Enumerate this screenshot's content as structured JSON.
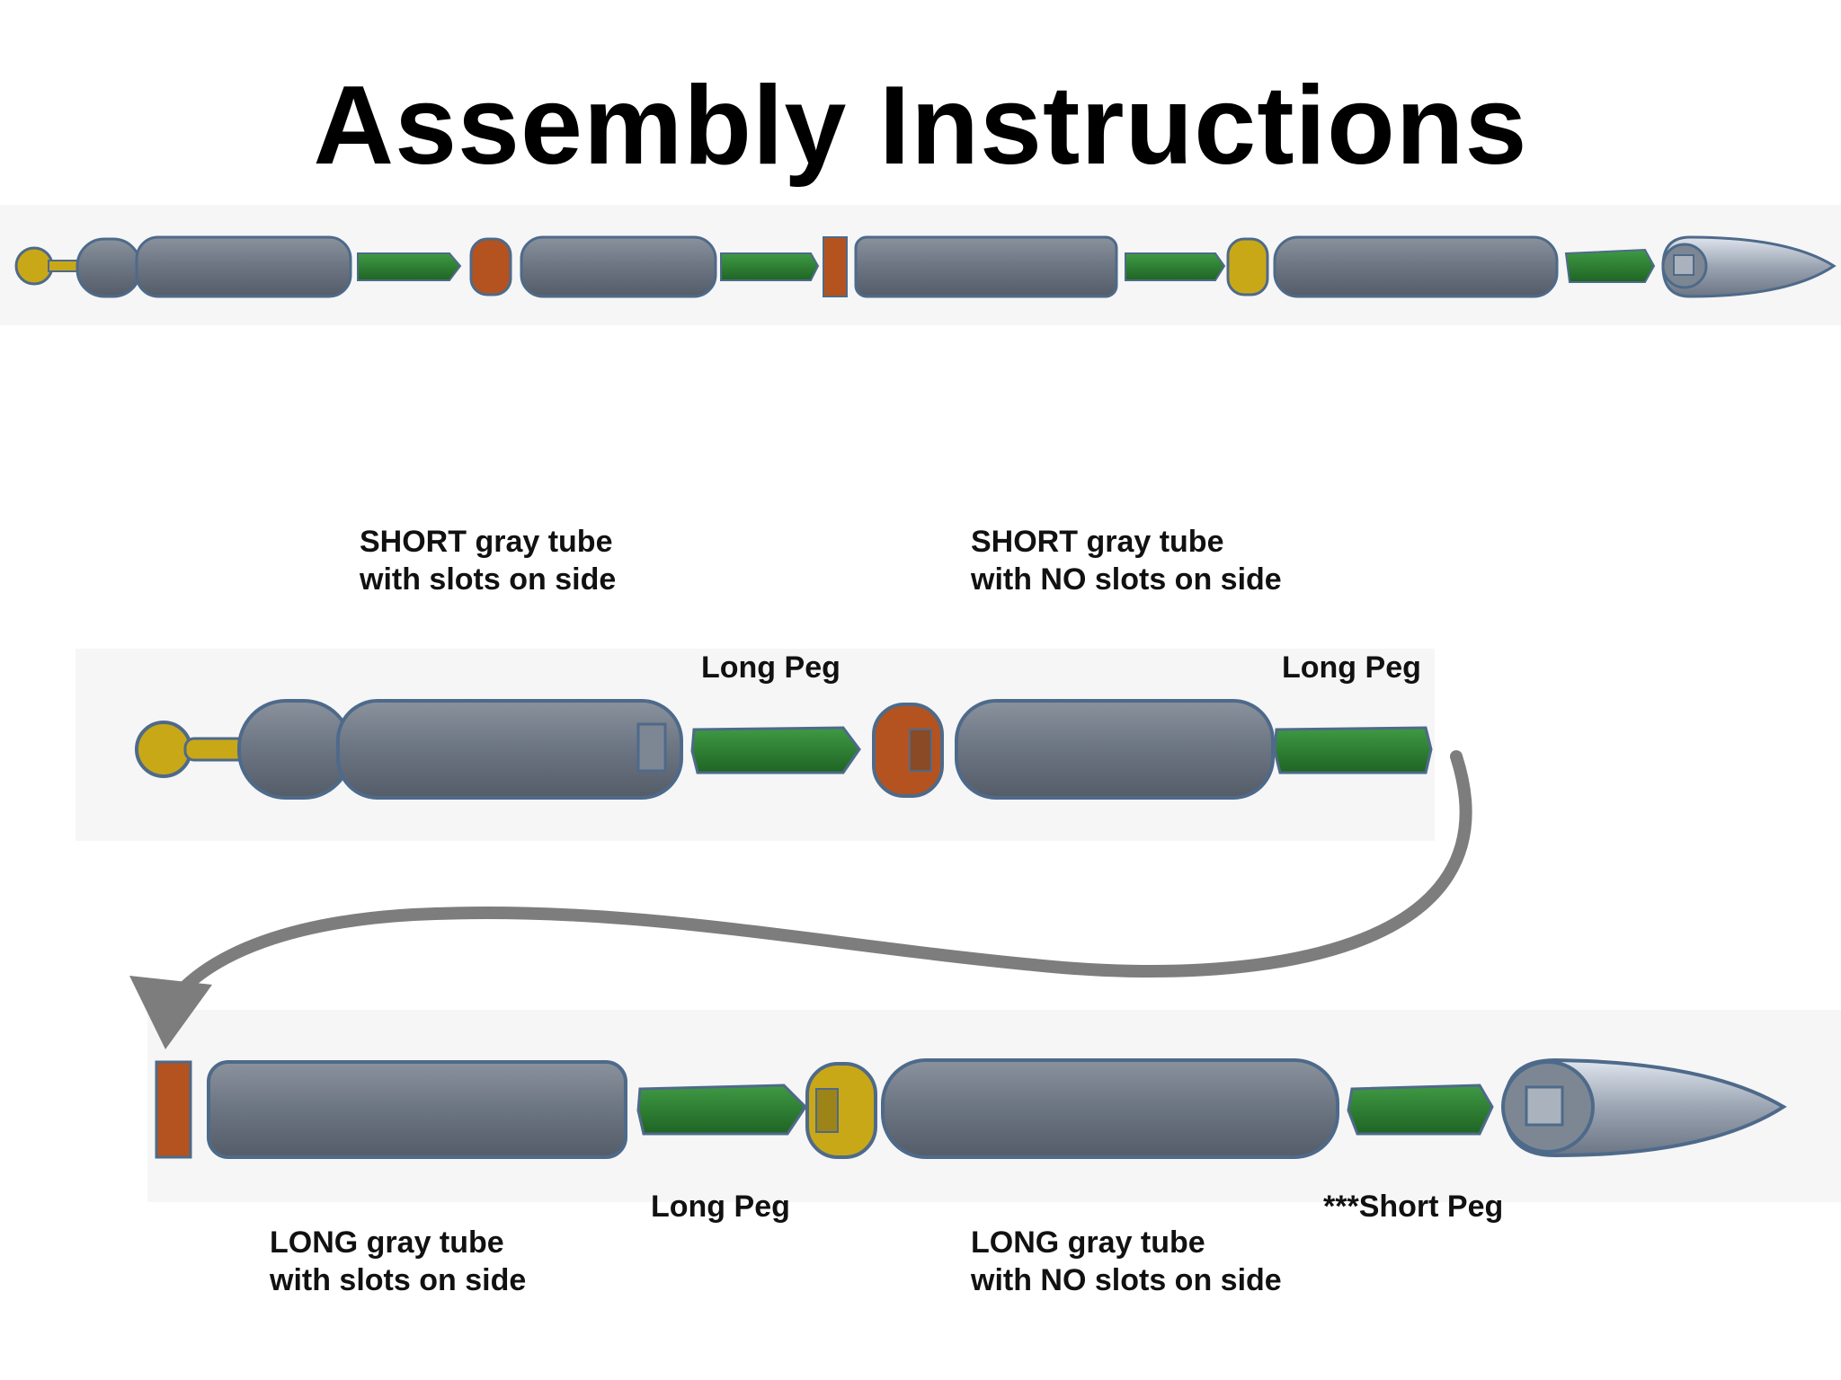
{
  "title": "Assembly Instructions",
  "labels": {
    "short_slots_line1": "SHORT gray tube",
    "short_slots_line2": "with slots on side",
    "short_noslots_line1": "SHORT gray tube",
    "short_noslots_line2": "with NO slots on side",
    "long_peg_1": "Long Peg",
    "long_peg_2": "Long Peg",
    "long_peg_3": "Long Peg",
    "short_peg": "***Short Peg",
    "long_slots_line1": "LONG gray tube",
    "long_slots_line2": "with slots on side",
    "long_noslots_line1": "LONG gray tube",
    "long_noslots_line2": "with NO slots on side"
  },
  "colors": {
    "tube": "#6d7683",
    "peg": "#2e7d32",
    "orange_ring": "#b4531f",
    "yellow_ring": "#c9a818",
    "arrow": "#7d7d7d"
  }
}
